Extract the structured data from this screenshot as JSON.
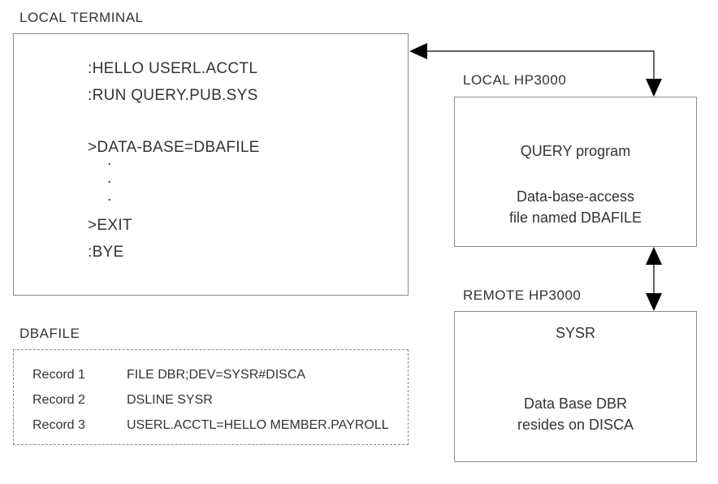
{
  "local_terminal": {
    "label": "LOCAL TERMINAL",
    "lines": [
      ":HELLO USERL.ACCTL",
      ":RUN QUERY.PUB.SYS",
      ">DATA-BASE=DBAFILE",
      ".",
      ".",
      ".",
      ">EXIT",
      ":BYE"
    ]
  },
  "local_hp3000": {
    "label": "LOCAL HP3000",
    "line1": "QUERY program",
    "line2": "Data-base-access",
    "line3": "file named DBAFILE"
  },
  "remote_hp3000": {
    "label": "REMOTE HP3000",
    "title": "SYSR",
    "line1": "Data Base DBR",
    "line2": "resides on DISCA"
  },
  "dbafile": {
    "label": "DBAFILE",
    "records": [
      {
        "name": "Record 1",
        "value": "FILE DBR;DEV=SYSR#DISCA"
      },
      {
        "name": "Record 2",
        "value": "DSLINE SYSR"
      },
      {
        "name": "Record 3",
        "value": "USERL.ACCTL=HELLO MEMBER.PAYROLL"
      }
    ]
  }
}
